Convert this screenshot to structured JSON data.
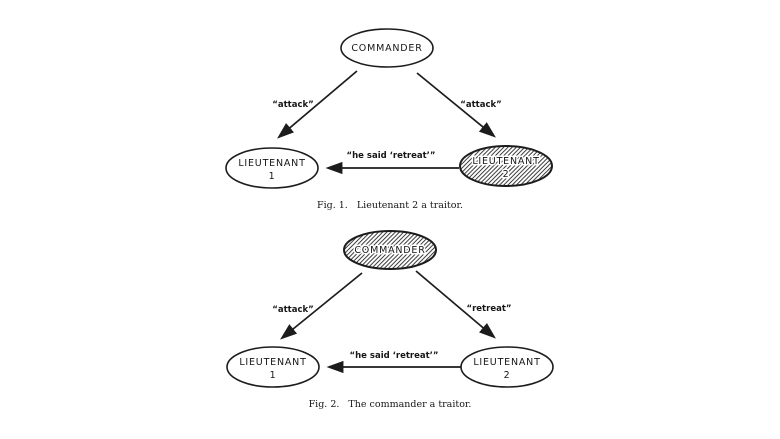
{
  "page": {
    "background_color": "#ffffff",
    "ink_color": "#1c1c1c",
    "description": "Two node-and-arrow diagrams from the Byzantine Generals problem; hatched ovals mark the traitor"
  },
  "figures": [
    {
      "id": "fig1",
      "caption": "Fig. 1.   Lieutenant 2 a traitor.",
      "nodes": [
        {
          "id": "commander",
          "label": "COMMANDER",
          "sub": "",
          "traitor": false
        },
        {
          "id": "lieutenant-1",
          "label": "LIEUTENANT",
          "sub": "1",
          "traitor": false
        },
        {
          "id": "lieutenant-2",
          "label": "LIEUTENANT",
          "sub": "2",
          "traitor": true
        }
      ],
      "edges": [
        {
          "from": "commander",
          "to": "lieutenant-1",
          "label": "“attack”"
        },
        {
          "from": "commander",
          "to": "lieutenant-2",
          "label": "“attack”"
        },
        {
          "from": "lieutenant-2",
          "to": "lieutenant-1",
          "label": "“he said ‘retreat’”"
        }
      ]
    },
    {
      "id": "fig2",
      "caption": "Fig. 2.   The commander a traitor.",
      "nodes": [
        {
          "id": "commander",
          "label": "COMMANDER",
          "sub": "",
          "traitor": true
        },
        {
          "id": "lieutenant-1",
          "label": "LIEUTENANT",
          "sub": "1",
          "traitor": false
        },
        {
          "id": "lieutenant-2",
          "label": "LIEUTENANT",
          "sub": "2",
          "traitor": false
        }
      ],
      "edges": [
        {
          "from": "commander",
          "to": "lieutenant-1",
          "label": "“attack”"
        },
        {
          "from": "commander",
          "to": "lieutenant-2",
          "label": "“retreat”"
        },
        {
          "from": "lieutenant-2",
          "to": "lieutenant-1",
          "label": "“he said ‘retreat’”"
        }
      ]
    }
  ]
}
